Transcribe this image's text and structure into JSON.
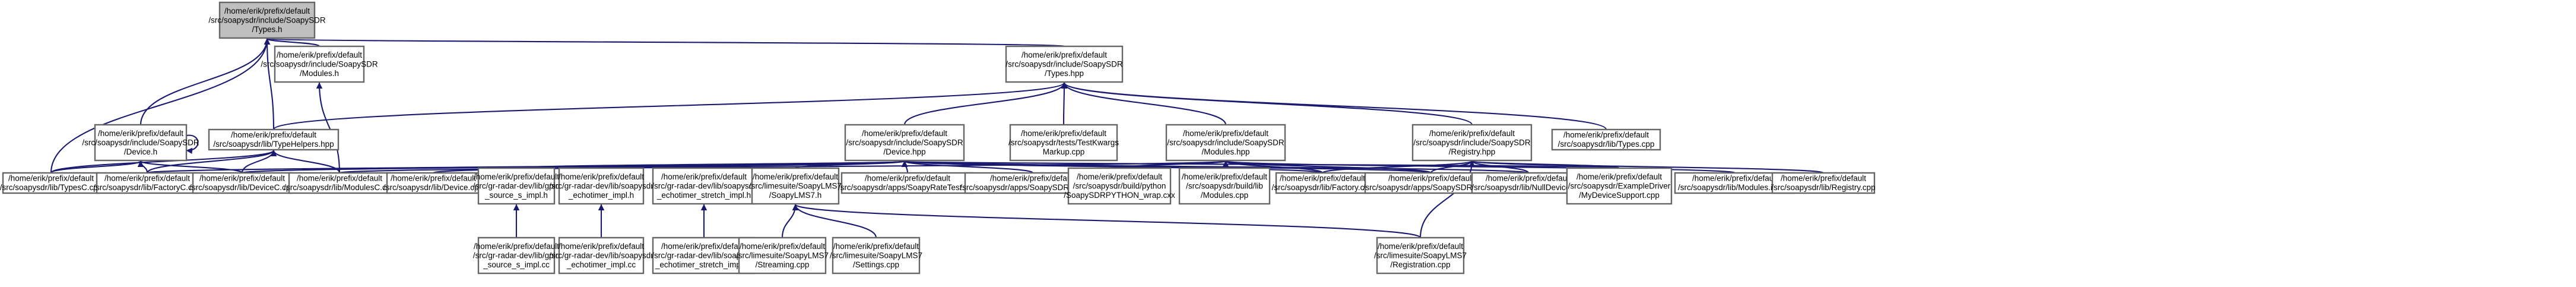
{
  "diagram": {
    "type": "include-dependency-graph",
    "colors": {
      "edge": "#191970",
      "node_border": "#666666",
      "root_fill": "#bfbfbf",
      "node_fill": "#ffffff",
      "text": "#000000"
    },
    "nodes": [
      {
        "id": "types_h",
        "root": true,
        "lines": [
          "/home/erik/prefix/default",
          "/src/soapysdr/include/SoapySDR",
          "/Types.h"
        ]
      },
      {
        "id": "modules_h",
        "lines": [
          "/home/erik/prefix/default",
          "/src/soapysdr/include/SoapySDR",
          "/Modules.h"
        ]
      },
      {
        "id": "device_h",
        "lines": [
          "/home/erik/prefix/default",
          "/src/soapysdr/include/SoapySDR",
          "/Device.h"
        ]
      },
      {
        "id": "typehelpers_hpp",
        "lines": [
          "/home/erik/prefix/default",
          "/src/soapysdr/lib/TypeHelpers.hpp"
        ]
      },
      {
        "id": "types_hpp",
        "lines": [
          "/home/erik/prefix/default",
          "/src/soapysdr/include/SoapySDR",
          "/Types.hpp"
        ]
      },
      {
        "id": "device_hpp",
        "lines": [
          "/home/erik/prefix/default",
          "/src/soapysdr/include/SoapySDR",
          "/Device.hpp"
        ]
      },
      {
        "id": "testkwargs",
        "lines": [
          "/home/erik/prefix/default",
          "/src/soapysdr/tests/TestKwargs",
          "Markup.cpp"
        ]
      },
      {
        "id": "modules_hpp",
        "lines": [
          "/home/erik/prefix/default",
          "/src/soapysdr/include/SoapySDR",
          "/Modules.hpp"
        ]
      },
      {
        "id": "registry_hpp",
        "lines": [
          "/home/erik/prefix/default",
          "/src/soapysdr/include/SoapySDR",
          "/Registry.hpp"
        ]
      },
      {
        "id": "types_cpp",
        "lines": [
          "/home/erik/prefix/default",
          "/src/soapysdr/lib/Types.cpp"
        ]
      },
      {
        "id": "typesc_cpp",
        "lines": [
          "/home/erik/prefix/default",
          "/src/soapysdr/lib/TypesC.cpp"
        ]
      },
      {
        "id": "factoryc_cpp",
        "lines": [
          "/home/erik/prefix/default",
          "/src/soapysdr/lib/FactoryC.cpp"
        ]
      },
      {
        "id": "devicec_cpp",
        "lines": [
          "/home/erik/prefix/default",
          "/src/soapysdr/lib/DeviceC.cpp"
        ]
      },
      {
        "id": "modulesc_cpp",
        "lines": [
          "/home/erik/prefix/default",
          "/src/soapysdr/lib/ModulesC.cpp"
        ]
      },
      {
        "id": "device_cpp",
        "lines": [
          "/home/erik/prefix/default",
          "/src/soapysdr/lib/Device.cpp"
        ]
      },
      {
        "id": "gpio_impl_h",
        "lines": [
          "/home/erik/prefix/default",
          "/src/gr-radar-dev/lib/gpio",
          "_source_s_impl.h"
        ]
      },
      {
        "id": "echotimer_impl_h",
        "lines": [
          "/home/erik/prefix/default",
          "/src/gr-radar-dev/lib/soapysdr",
          "_echotimer_impl.h"
        ]
      },
      {
        "id": "echotimer_stretch_h",
        "lines": [
          "/home/erik/prefix/default",
          "/src/gr-radar-dev/lib/soapysdr",
          "_echotimer_stretch_impl.h"
        ]
      },
      {
        "id": "soapylms7_h",
        "lines": [
          "/home/erik/prefix/default",
          "/src/limesuite/SoapyLMS7",
          "/SoapyLMS7.h"
        ]
      },
      {
        "id": "ratetest",
        "lines": [
          "/home/erik/prefix/default",
          "/src/soapysdr/apps/SoapyRateTest.cpp"
        ]
      },
      {
        "id": "probe",
        "lines": [
          "/home/erik/prefix/default",
          "/src/soapysdr/apps/SoapySDRProbe.cpp"
        ]
      },
      {
        "id": "python_wrap",
        "lines": [
          "/home/erik/prefix/default",
          "/src/soapysdr/build/python",
          "/SoapySDRPYTHON_wrap.cxx"
        ]
      },
      {
        "id": "build_modules",
        "lines": [
          "/home/erik/prefix/default",
          "/src/soapysdr/build/lib",
          "/Modules.cpp"
        ]
      },
      {
        "id": "factory_cpp",
        "lines": [
          "/home/erik/prefix/default",
          "/src/soapysdr/lib/Factory.cpp"
        ]
      },
      {
        "id": "soapysdrutil",
        "lines": [
          "/home/erik/prefix/default",
          "/src/soapysdr/apps/SoapySDRUtil.cpp"
        ]
      },
      {
        "id": "nulldevice",
        "lines": [
          "/home/erik/prefix/default",
          "/src/soapysdr/lib/NullDevice.cpp"
        ]
      },
      {
        "id": "exampledriver",
        "lines": [
          "/home/erik/prefix/default",
          "/src/soapysdr/ExampleDriver",
          "/MyDeviceSupport.cpp"
        ]
      },
      {
        "id": "modules_in",
        "lines": [
          "/home/erik/prefix/default",
          "/src/soapysdr/lib/Modules.in.cpp"
        ]
      },
      {
        "id": "registry_cpp",
        "lines": [
          "/home/erik/prefix/default",
          "/src/soapysdr/lib/Registry.cpp"
        ]
      },
      {
        "id": "gpio_impl_cc",
        "lines": [
          "/home/erik/prefix/default",
          "/src/gr-radar-dev/lib/gpio",
          "_source_s_impl.cc"
        ]
      },
      {
        "id": "echotimer_impl_cc",
        "lines": [
          "/home/erik/prefix/default",
          "/src/gr-radar-dev/lib/soapysdr",
          "_echotimer_impl.cc"
        ]
      },
      {
        "id": "echotimer_stretch_cc",
        "lines": [
          "/home/erik/prefix/default",
          "/src/gr-radar-dev/lib/soapysdr",
          "_echotimer_stretch_impl.cc"
        ]
      },
      {
        "id": "streaming_cpp",
        "lines": [
          "/home/erik/prefix/default",
          "/src/limesuite/SoapyLMS7",
          "/Streaming.cpp"
        ]
      },
      {
        "id": "settings_cpp",
        "lines": [
          "/home/erik/prefix/default",
          "/src/limesuite/SoapyLMS7",
          "/Settings.cpp"
        ]
      },
      {
        "id": "registration_cpp",
        "lines": [
          "/home/erik/prefix/default",
          "/src/limesuite/SoapyLMS7",
          "/Registration.cpp"
        ]
      }
    ],
    "edges": [
      [
        "modules_h",
        "types_h"
      ],
      [
        "device_h",
        "types_h"
      ],
      [
        "typehelpers_hpp",
        "types_h"
      ],
      [
        "types_hpp",
        "types_h"
      ],
      [
        "typesc_cpp",
        "types_h"
      ],
      [
        "device_h",
        "device_h"
      ],
      [
        "modulesc_cpp",
        "modules_h"
      ],
      [
        "typesc_cpp",
        "device_h"
      ],
      [
        "factoryc_cpp",
        "device_h"
      ],
      [
        "devicec_cpp",
        "device_h"
      ],
      [
        "typesc_cpp",
        "typehelpers_hpp"
      ],
      [
        "factoryc_cpp",
        "typehelpers_hpp"
      ],
      [
        "devicec_cpp",
        "typehelpers_hpp"
      ],
      [
        "modulesc_cpp",
        "typehelpers_hpp"
      ],
      [
        "typehelpers_hpp",
        "types_hpp"
      ],
      [
        "device_hpp",
        "types_hpp"
      ],
      [
        "testkwargs",
        "types_hpp"
      ],
      [
        "modules_hpp",
        "types_hpp"
      ],
      [
        "registry_hpp",
        "types_hpp"
      ],
      [
        "types_cpp",
        "types_hpp"
      ],
      [
        "factoryc_cpp",
        "device_hpp"
      ],
      [
        "devicec_cpp",
        "device_hpp"
      ],
      [
        "device_cpp",
        "device_hpp"
      ],
      [
        "gpio_impl_h",
        "device_hpp"
      ],
      [
        "echotimer_impl_h",
        "device_hpp"
      ],
      [
        "echotimer_stretch_h",
        "device_hpp"
      ],
      [
        "soapylms7_h",
        "device_hpp"
      ],
      [
        "ratetest",
        "device_hpp"
      ],
      [
        "probe",
        "device_hpp"
      ],
      [
        "python_wrap",
        "device_hpp"
      ],
      [
        "factory_cpp",
        "device_hpp"
      ],
      [
        "soapysdrutil",
        "device_hpp"
      ],
      [
        "nulldevice",
        "device_hpp"
      ],
      [
        "exampledriver",
        "device_hpp"
      ],
      [
        "modulesc_cpp",
        "modules_hpp"
      ],
      [
        "python_wrap",
        "modules_hpp"
      ],
      [
        "build_modules",
        "modules_hpp"
      ],
      [
        "factory_cpp",
        "modules_hpp"
      ],
      [
        "soapysdrutil",
        "modules_hpp"
      ],
      [
        "modules_in",
        "modules_hpp"
      ],
      [
        "factory_cpp",
        "registry_hpp"
      ],
      [
        "soapysdrutil",
        "registry_hpp"
      ],
      [
        "nulldevice",
        "registry_hpp"
      ],
      [
        "exampledriver",
        "registry_hpp"
      ],
      [
        "registry_cpp",
        "registry_hpp"
      ],
      [
        "registration_cpp",
        "registry_hpp"
      ],
      [
        "gpio_impl_cc",
        "gpio_impl_h"
      ],
      [
        "echotimer_impl_cc",
        "echotimer_impl_h"
      ],
      [
        "echotimer_stretch_cc",
        "echotimer_stretch_h"
      ],
      [
        "streaming_cpp",
        "soapylms7_h"
      ],
      [
        "settings_cpp",
        "soapylms7_h"
      ],
      [
        "registration_cpp",
        "soapylms7_h"
      ]
    ]
  }
}
